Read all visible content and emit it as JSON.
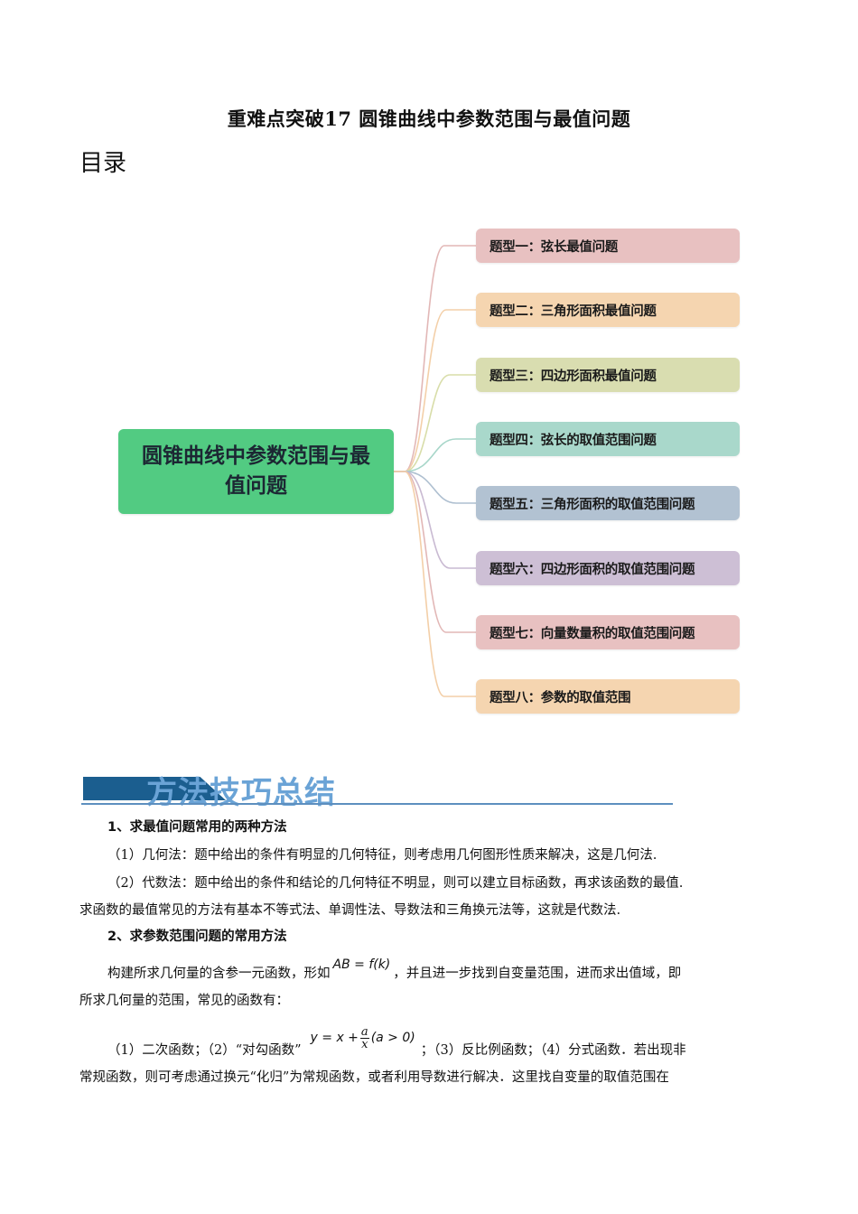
{
  "document": {
    "title": "重难点突破17 圆锥曲线中参数范围与最值问题",
    "toc_heading": "目录"
  },
  "mindmap": {
    "root": "圆锥曲线中参数范围与最值问题",
    "root_color": "#52cb82",
    "branches": [
      {
        "label": "题型一：弦长最值问题",
        "color": "#e8c1c1",
        "line": "#e2b7b6"
      },
      {
        "label": "题型二：三角形面积最值问题",
        "color": "#f5d5b0",
        "line": "#f3cfa8"
      },
      {
        "label": "题型三：四边形面积最值问题",
        "color": "#d9ddb0",
        "line": "#d8dda9"
      },
      {
        "label": "题型四：弦长的取值范围问题",
        "color": "#a9d8cb",
        "line": "#a7d6c9"
      },
      {
        "label": "题型五：三角形面积的取值范围问题",
        "color": "#b2c2d2",
        "line": "#aebfd0"
      },
      {
        "label": "题型六：四边形面积的取值范围问题",
        "color": "#cdbfd5",
        "line": "#c9bad2"
      },
      {
        "label": "题型七：向量数量积的取值范围问题",
        "color": "#e8c1c1",
        "line": "#e2b7b6"
      },
      {
        "label": "题型八：参数的取值范围",
        "color": "#f5d5b0",
        "line": "#f3cfa8"
      }
    ]
  },
  "section": {
    "banner_title": "方法技巧总结",
    "banner_color": "#1b5e8f",
    "item1_heading": "1、求最值问题常用的两种方法",
    "item1_p1": "（1）几何法：题中给出的条件有明显的几何特征，则考虑用几何图形性质来解决，这是几何法.",
    "item1_p2a": "（2）代数法：题中给出的条件和结论的几何特征不明显，则可以建立目标函数，再求该函数的最值.",
    "item1_p2b": "求函数的最值常见的方法有基本不等式法、单调性法、导数法和三角换元法等，这就是代数法.",
    "item2_heading": "2、求参数范围问题的常用方法",
    "item2_p1a": "构建所求几何量的含参一元函数，形如",
    "item2_formula1": "AB = f(k)",
    "item2_p1b": "，并且进一步找到自变量范围，进而求出值域，即",
    "item2_p1c": "所求几何量的范围，常见的函数有：",
    "item2_p2a": "（1）二次函数；（2）“对勾函数”",
    "item2_formula2_lhs": "y = x +",
    "item2_formula2_num": "a",
    "item2_formula2_den": "x",
    "item2_formula2_cond": "(a > 0)",
    "item2_p2b": "；（3）反比例函数；（4）分式函数．若出现非",
    "item2_p2c": "常规函数，则可考虑通过换元“化归”为常规函数，或者利用导数进行解决．这里找自变量的取值范围在"
  }
}
